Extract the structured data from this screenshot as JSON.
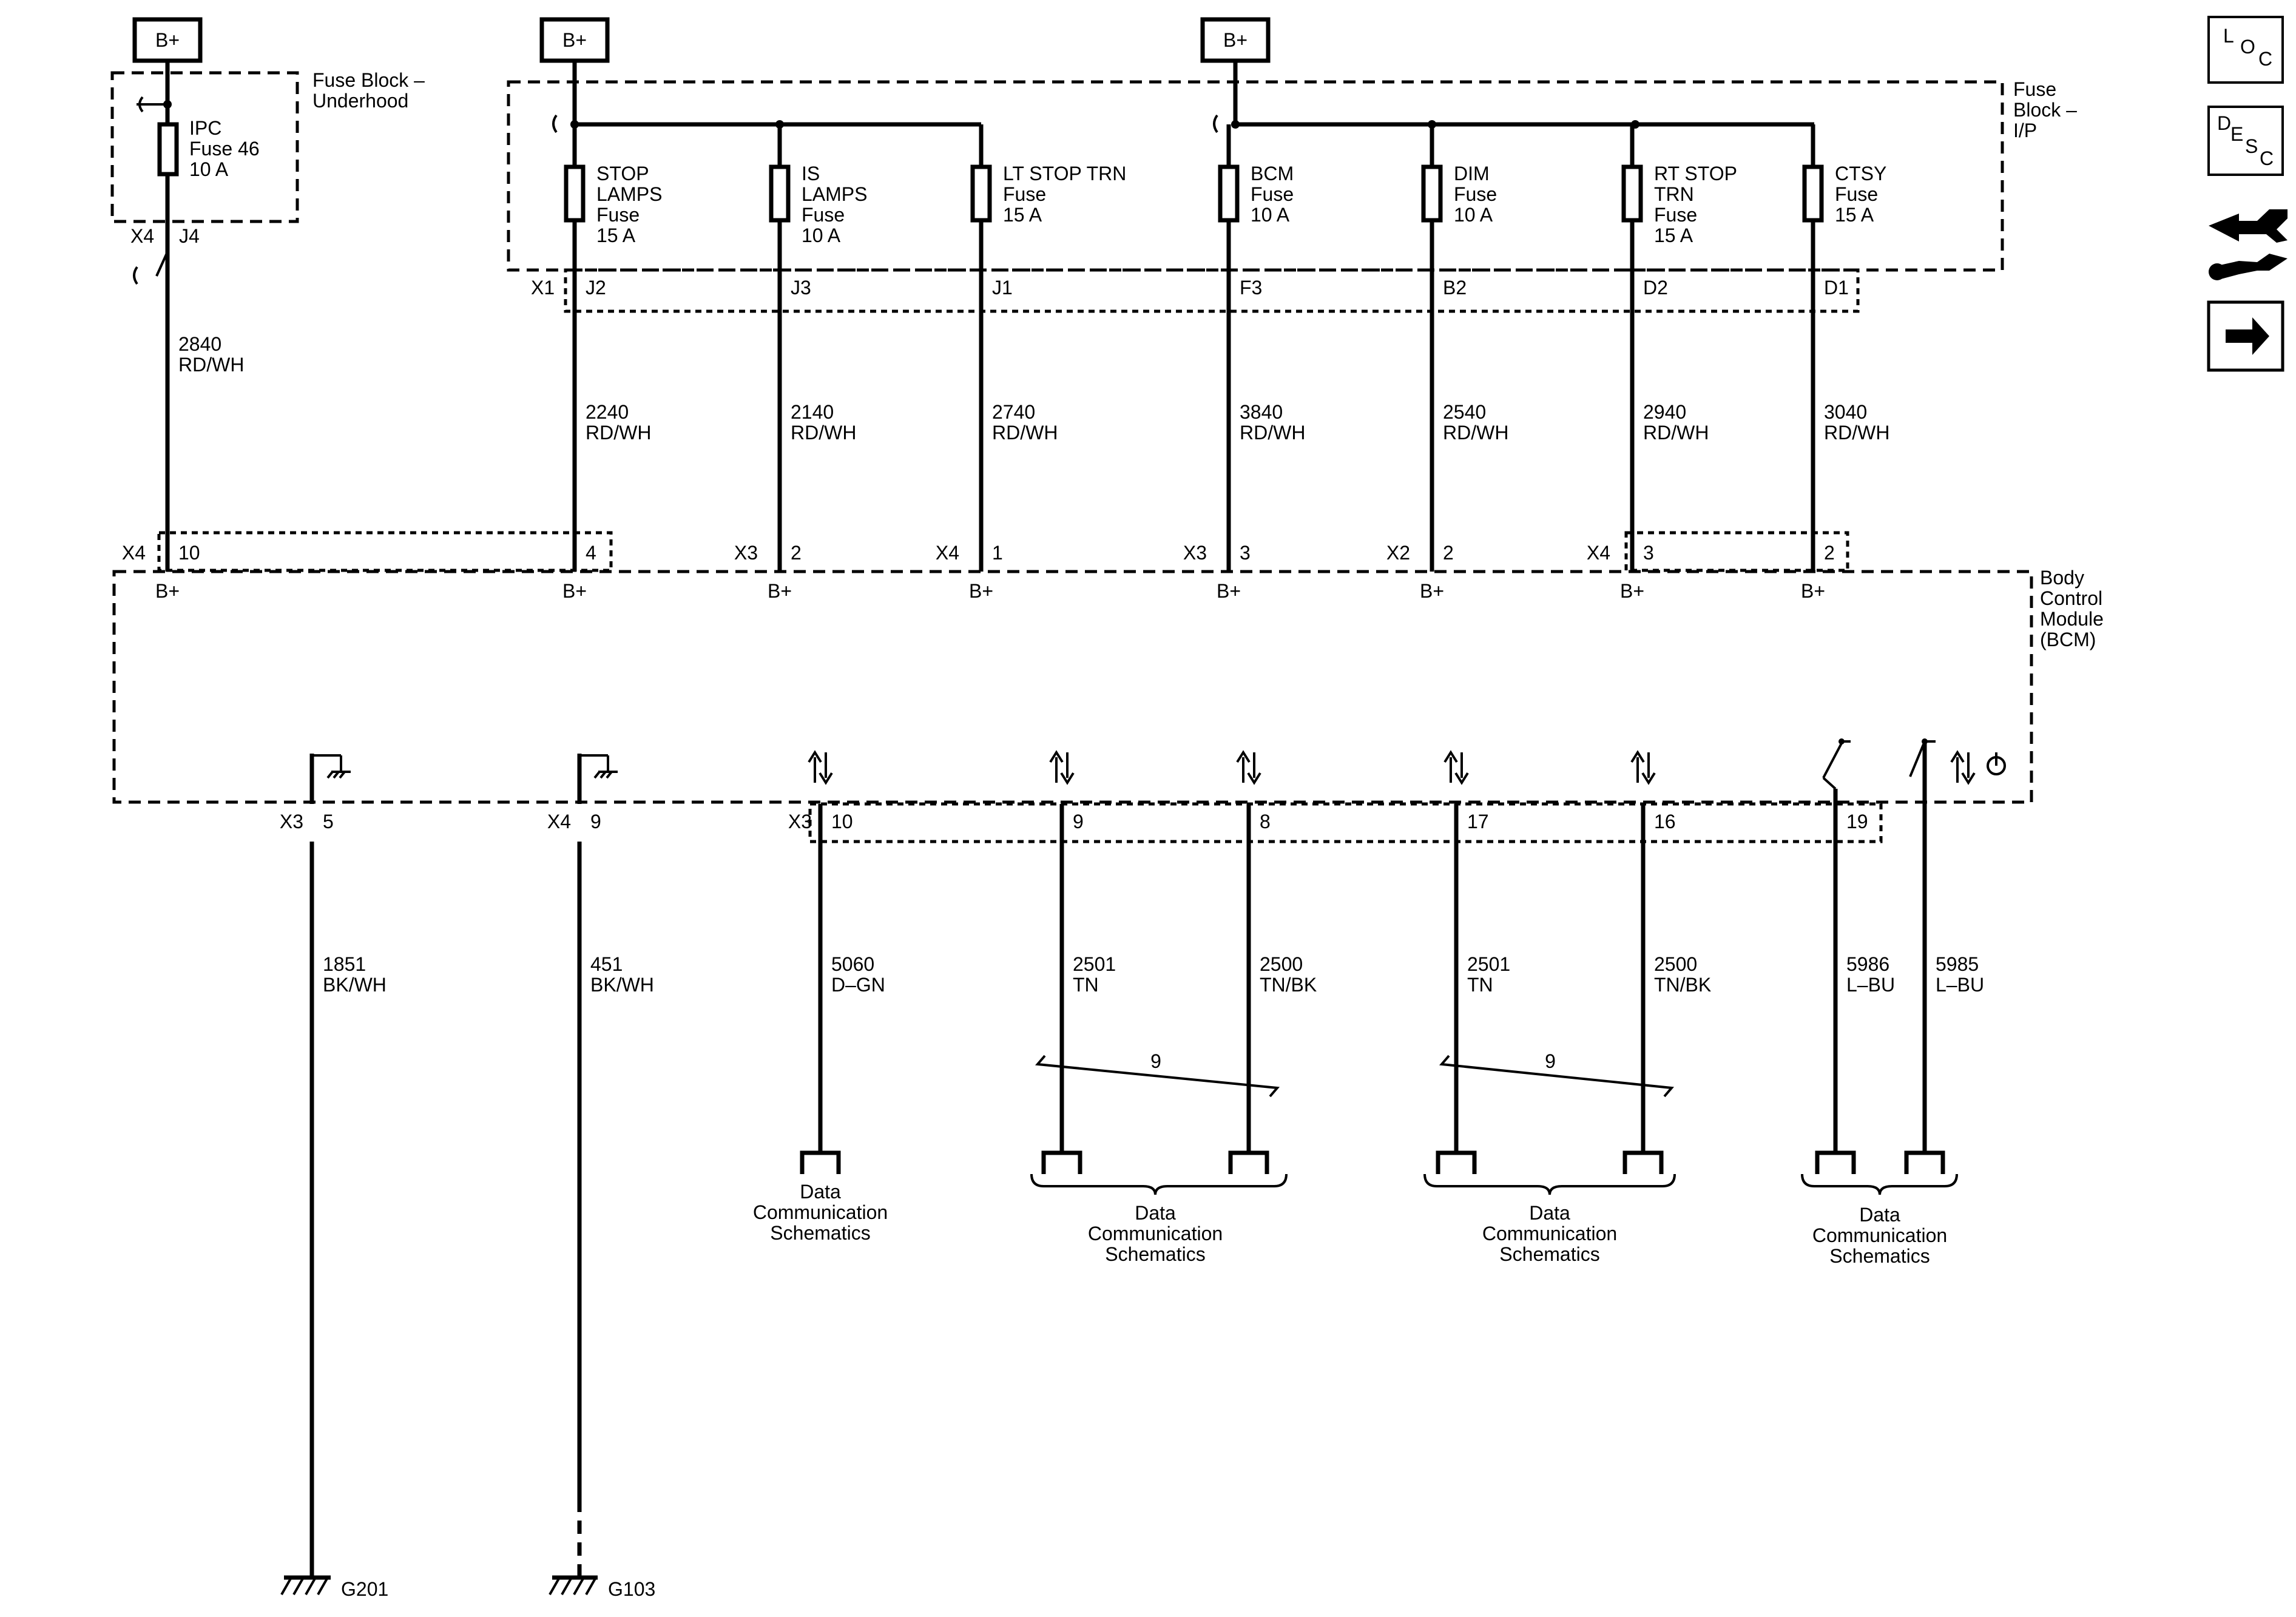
{
  "power_labels": [
    "B+",
    "B+",
    "B+"
  ],
  "fuse_block_underhood": {
    "title_lines": [
      "Fuse Block –",
      "Underhood"
    ],
    "fuse": {
      "lines": [
        "IPC",
        "Fuse 46",
        "10 A"
      ]
    },
    "connector": "X4",
    "pin": "J4"
  },
  "fuse_block_ip": {
    "title_lines": [
      "Fuse",
      "Block –",
      "I/P"
    ],
    "connector": "X1",
    "fuses": [
      {
        "lines": [
          "STOP",
          "LAMPS",
          "Fuse",
          "15 A"
        ],
        "pin": "J2"
      },
      {
        "lines": [
          "IS",
          "LAMPS",
          "Fuse",
          "10 A"
        ],
        "pin": "J3"
      },
      {
        "lines": [
          "LT STOP TRN",
          "Fuse",
          "15 A"
        ],
        "pin": "J1"
      },
      {
        "lines": [
          "BCM",
          "Fuse",
          "10 A"
        ],
        "pin": "F3"
      },
      {
        "lines": [
          "DIM",
          "Fuse",
          "10 A"
        ],
        "pin": "B2"
      },
      {
        "lines": [
          "RT STOP",
          "TRN",
          "Fuse",
          "15 A"
        ],
        "pin": "D2"
      },
      {
        "lines": [
          "CTSY",
          "Fuse",
          "15 A"
        ],
        "pin": "D1"
      }
    ]
  },
  "supply_wires": [
    {
      "circuit": "2840",
      "color": "RD/WH"
    },
    {
      "circuit": "2240",
      "color": "RD/WH"
    },
    {
      "circuit": "2140",
      "color": "RD/WH"
    },
    {
      "circuit": "2740",
      "color": "RD/WH"
    },
    {
      "circuit": "3840",
      "color": "RD/WH"
    },
    {
      "circuit": "2540",
      "color": "RD/WH"
    },
    {
      "circuit": "2940",
      "color": "RD/WH"
    },
    {
      "circuit": "3040",
      "color": "RD/WH"
    }
  ],
  "bcm": {
    "title_lines": [
      "Body",
      "Control",
      "Module",
      "(BCM)"
    ],
    "top_pins": [
      {
        "connector": "X4",
        "pin": "10",
        "label": "B+"
      },
      {
        "connector": "",
        "pin": "4",
        "label": "B+"
      },
      {
        "connector": "X3",
        "pin": "2",
        "label": "B+"
      },
      {
        "connector": "X4",
        "pin": "1",
        "label": "B+"
      },
      {
        "connector": "X3",
        "pin": "3",
        "label": "B+"
      },
      {
        "connector": "X2",
        "pin": "2",
        "label": "B+"
      },
      {
        "connector": "X4",
        "pin": "3",
        "label": "B+"
      },
      {
        "connector": "",
        "pin": "2",
        "label": "B+"
      }
    ],
    "bottom_pins": [
      {
        "connector": "X3",
        "pin": "5"
      },
      {
        "connector": "X4",
        "pin": "9"
      },
      {
        "connector": "X3",
        "pin": "10"
      },
      {
        "connector": "",
        "pin": "9"
      },
      {
        "connector": "",
        "pin": "8"
      },
      {
        "connector": "",
        "pin": "17"
      },
      {
        "connector": "",
        "pin": "16"
      },
      {
        "connector": "",
        "pin": "19"
      }
    ]
  },
  "lower_wires": [
    {
      "circuit": "1851",
      "color": "BK/WH"
    },
    {
      "circuit": "451",
      "color": "BK/WH"
    },
    {
      "circuit": "5060",
      "color": "D–GN"
    },
    {
      "circuit": "2501",
      "color": "TN"
    },
    {
      "circuit": "2500",
      "color": "TN/BK"
    },
    {
      "circuit": "2501",
      "color": "TN"
    },
    {
      "circuit": "2500",
      "color": "TN/BK"
    },
    {
      "circuit": "5986",
      "color": "L–BU"
    },
    {
      "circuit": "5985",
      "color": "L–BU"
    }
  ],
  "twist_labels": [
    "9",
    "9"
  ],
  "grounds": [
    "G201",
    "G103"
  ],
  "data_comm_label_lines": [
    "Data",
    "Communication",
    "Schematics"
  ],
  "nav_icons": [
    {
      "name": "loc-icon",
      "letters": [
        "L",
        "O",
        "C"
      ]
    },
    {
      "name": "desc-icon",
      "letters": [
        "D",
        "E",
        "S",
        "C"
      ]
    },
    {
      "name": "connector-wrench-icon"
    },
    {
      "name": "next-arrow-icon"
    }
  ]
}
